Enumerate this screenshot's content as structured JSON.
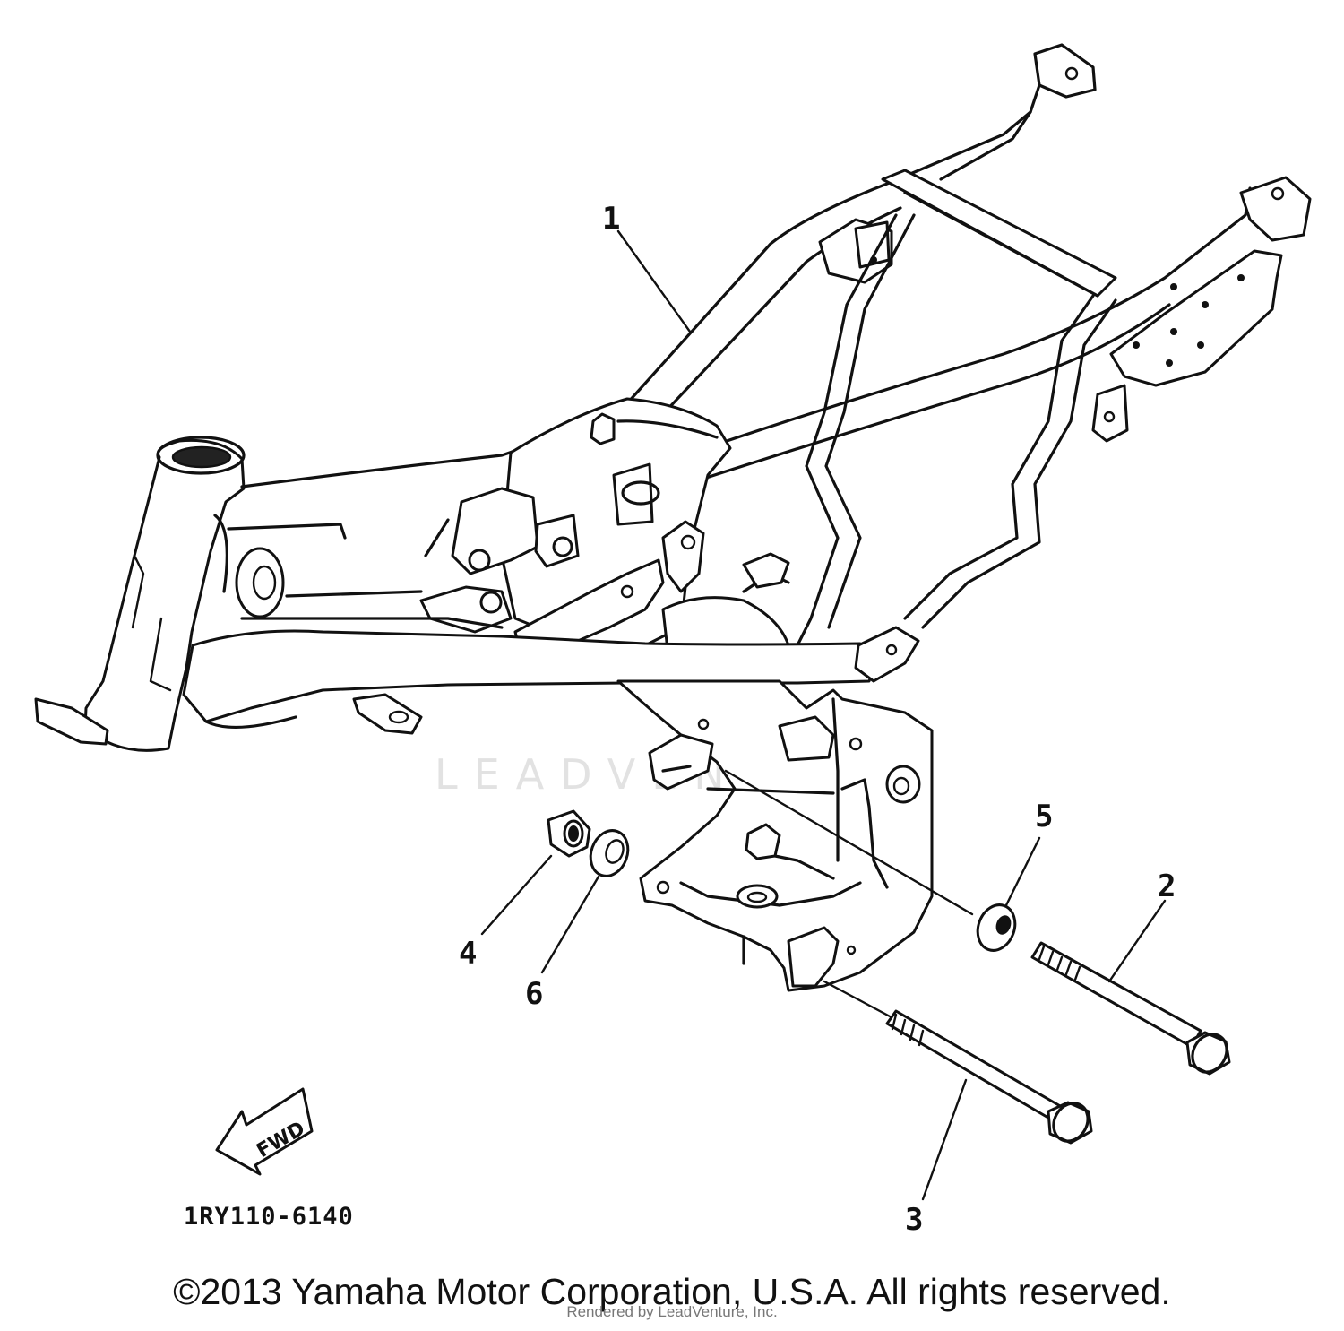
{
  "watermark": "LEADVENTURE",
  "callouts": [
    {
      "id": "1",
      "label": "1"
    },
    {
      "id": "2",
      "label": "2"
    },
    {
      "id": "3",
      "label": "3"
    },
    {
      "id": "4",
      "label": "4"
    },
    {
      "id": "5",
      "label": "5"
    },
    {
      "id": "6",
      "label": "6"
    }
  ],
  "fwd_label": "FWD",
  "diagram_code": "1RY110-6140",
  "copyright": "©2013 Yamaha Motor Corporation, U.S.A. All rights reserved.",
  "rendered_by": "Rendered by LeadVenture, Inc."
}
